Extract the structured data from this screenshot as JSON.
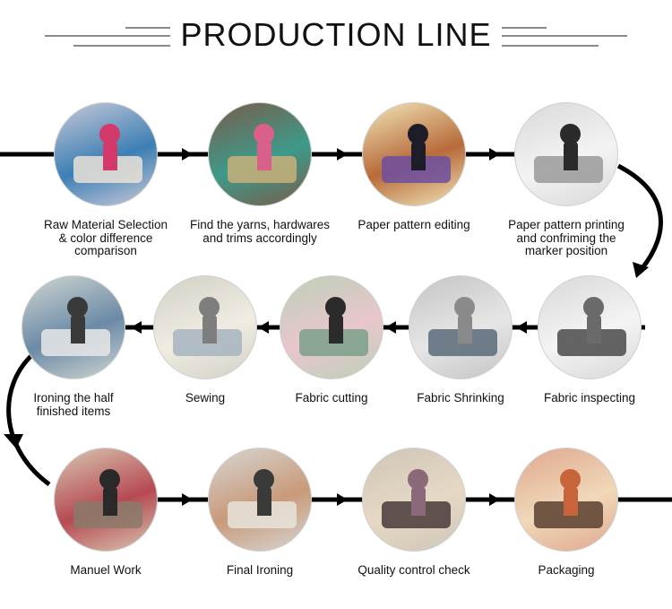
{
  "title": "PRODUCTION LINE",
  "colors": {
    "line": "#000000",
    "title_rules": "#8a8a8a",
    "text": "#111111"
  },
  "rows": [
    {
      "direction": "left-to-right",
      "steps": [
        {
          "label": "Raw Material Selection\n& color difference\ncomparison",
          "photo": "fabric-rolls-photo",
          "palette": [
            "#c9c9d6",
            "#d23a6a",
            "#3c7fb5",
            "#e9e2d6"
          ]
        },
        {
          "label": "Find the yarns, hardwares\nand trims accordingly",
          "photo": "yarn-cones-photo",
          "palette": [
            "#7a5c4a",
            "#d8608a",
            "#3d9a8a",
            "#c8b07a"
          ]
        },
        {
          "label": "Paper pattern editing",
          "photo": "pattern-computer-photo",
          "palette": [
            "#f1e6b8",
            "#1d1d2a",
            "#b86a3a",
            "#6c4fa0"
          ]
        },
        {
          "label": "Paper pattern printing\nand confriming the\nmarker position",
          "photo": "plotter-photo",
          "palette": [
            "#d9d9d9",
            "#2a2a2a",
            "#f3f3f3",
            "#9a9a9a"
          ]
        }
      ]
    },
    {
      "direction": "right-to-left",
      "steps": [
        {
          "label": "Ironing the half\nfinished items",
          "photo": "ironing-room-photo",
          "palette": [
            "#cfd6d2",
            "#3a3a3a",
            "#6b8aa6",
            "#e8e8e8"
          ]
        },
        {
          "label": "Sewing",
          "photo": "sewing-room-photo",
          "palette": [
            "#d2d0c6",
            "#7e7e7e",
            "#f0ece2",
            "#a6b4c0"
          ]
        },
        {
          "label": "Fabric cutting",
          "photo": "cutting-table-photo",
          "palette": [
            "#bcd0b8",
            "#2b2b2b",
            "#e9c6cc",
            "#7aa08a"
          ]
        },
        {
          "label": "Fabric Shrinking",
          "photo": "shrinking-machine-photo",
          "palette": [
            "#c4c4c4",
            "#8a8a8a",
            "#e6e6e6",
            "#5a6b7a"
          ]
        },
        {
          "label": "Fabric inspecting",
          "photo": "inspection-frame-photo",
          "palette": [
            "#d8d8d8",
            "#6a6a6a",
            "#f4f4f4",
            "#4a4a4a"
          ]
        }
      ]
    },
    {
      "direction": "left-to-right",
      "steps": [
        {
          "label": "Manuel Work",
          "photo": "hand-work-photo",
          "palette": [
            "#d9c8b2",
            "#2a2a2a",
            "#b64a52",
            "#8a7a6a"
          ]
        },
        {
          "label": "Final Ironing",
          "photo": "final-ironing-photo",
          "palette": [
            "#d6d6d2",
            "#3a3a3a",
            "#c99a7a",
            "#e8e4dc"
          ]
        },
        {
          "label": "Quality control check",
          "photo": "qc-table-photo",
          "palette": [
            "#cfc6b8",
            "#8a6a7a",
            "#e6d8c4",
            "#4a3a3a"
          ]
        },
        {
          "label": "Packaging",
          "photo": "packaging-photo",
          "palette": [
            "#e0a890",
            "#c8643a",
            "#f0d8b8",
            "#5a4030"
          ]
        }
      ]
    }
  ]
}
